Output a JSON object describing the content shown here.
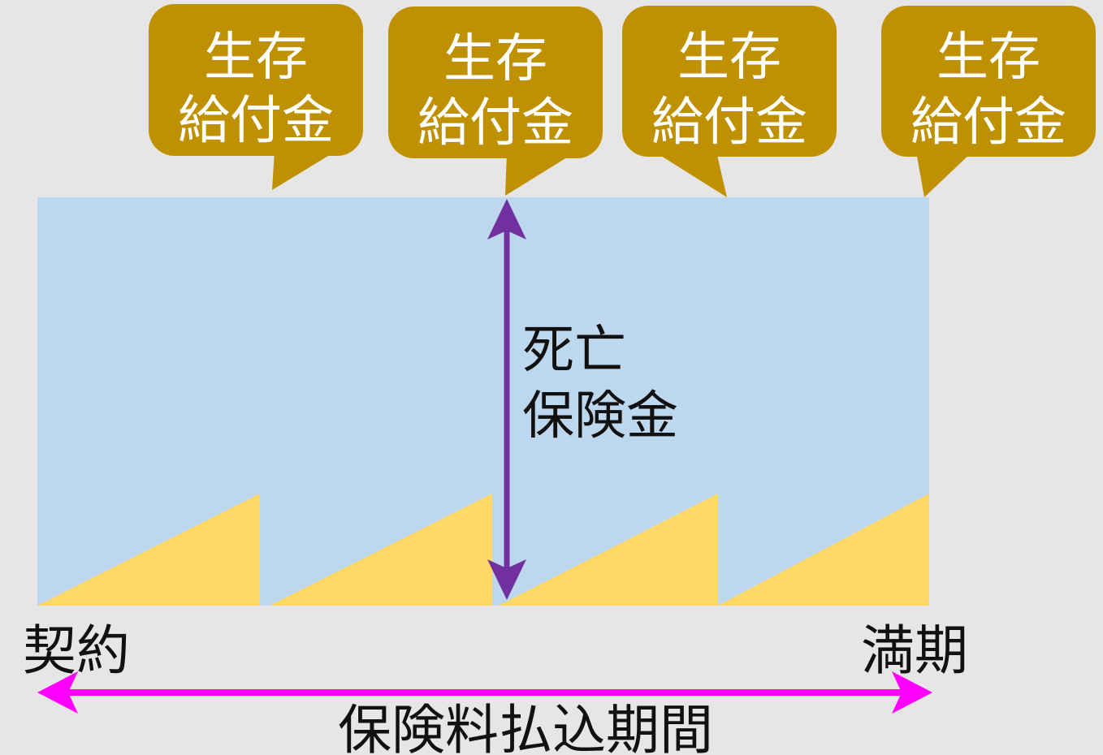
{
  "callouts": [
    {
      "lines": [
        "生存",
        "給付金"
      ]
    },
    {
      "lines": [
        "生存",
        "給付金"
      ]
    },
    {
      "lines": [
        "生存",
        "給付金"
      ]
    },
    {
      "lines": [
        "生存",
        "給付金"
      ]
    }
  ],
  "death_benefit": {
    "lines": [
      "死亡",
      "保険金"
    ]
  },
  "timeline": {
    "start": "契約",
    "end": "満期",
    "period": "保険料払込期間"
  },
  "colors": {
    "background": "#e6e6e6",
    "coverage": "#bdd7ee",
    "reserve": "#ffd966",
    "callout": "#bf9000",
    "death_arrow": "#7030a0",
    "period_arrow": "#ff00ff"
  }
}
